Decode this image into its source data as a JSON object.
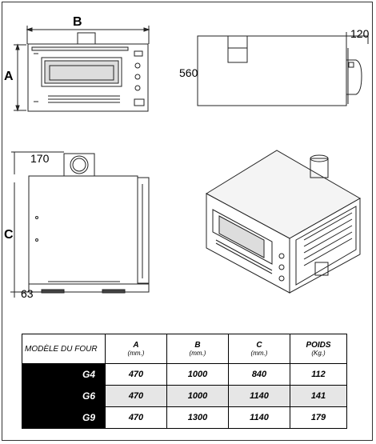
{
  "dimensions": {
    "a_label": "A",
    "b_label": "B",
    "c_label": "C",
    "depth_value": "560",
    "handle_value": "120",
    "chimney_value": "170",
    "base_value": "63"
  },
  "table": {
    "header": {
      "model": "MODÈLE DU FOUR",
      "a": "A",
      "a_unit": "(mm.)",
      "b": "B",
      "b_unit": "(mm.)",
      "c": "C",
      "c_unit": "(mm.)",
      "weight": "POIDS",
      "weight_unit": "(Kg.)"
    },
    "rows": [
      {
        "model": "G4",
        "a": "470",
        "b": "1000",
        "c": "840",
        "weight": "112"
      },
      {
        "model": "G6",
        "a": "470",
        "b": "1000",
        "c": "1140",
        "weight": "141"
      },
      {
        "model": "G9",
        "a": "470",
        "b": "1300",
        "c": "1140",
        "weight": "179"
      }
    ]
  }
}
